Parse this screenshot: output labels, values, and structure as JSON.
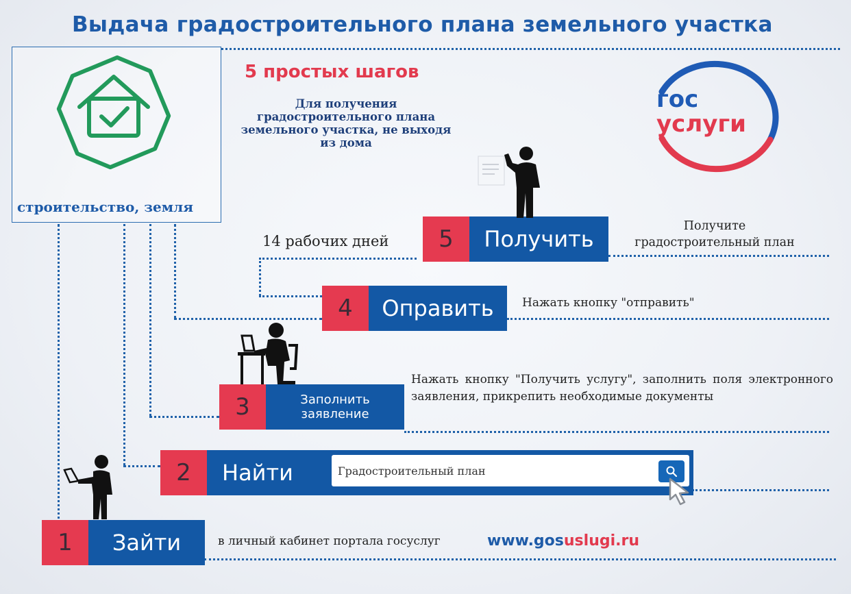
{
  "title": "Выдача градостроительного плана земельного участка",
  "category": {
    "label": "строительство, земля",
    "icon": "house-check-icon"
  },
  "headline": "5 простых шагов",
  "subtitle": "Для получения градостроительного плана земельного участка, не выходя из дома",
  "logo": {
    "line1": "гос",
    "line2": "услуги",
    "icon": "gosuslugi-logo-icon"
  },
  "colors": {
    "accent_blue": "#1358a5",
    "accent_red": "#e53a50",
    "title_blue": "#1e5ba8"
  },
  "steps": [
    {
      "number": "1",
      "label": "Зайти",
      "description": "в личный кабинет портала госуслуг"
    },
    {
      "number": "2",
      "label": "Найти"
    },
    {
      "number": "3",
      "label": "Заполнить заявление",
      "description": "Нажать кнопку \"Получить услугу\", заполнить поля электронного заявления, прикрепить необходимые документы"
    },
    {
      "number": "4",
      "label": "Оправить",
      "description": "Нажать кнопку \"отправить\""
    },
    {
      "number": "5",
      "label": "Получить",
      "description": "Получите градостроительный план",
      "duration": "14 рабочих дней"
    }
  ],
  "search": {
    "value": "Градостроительный план",
    "icon": "search-icon"
  },
  "url": {
    "part1": "www.gos",
    "part2": "uslugi.ru"
  }
}
